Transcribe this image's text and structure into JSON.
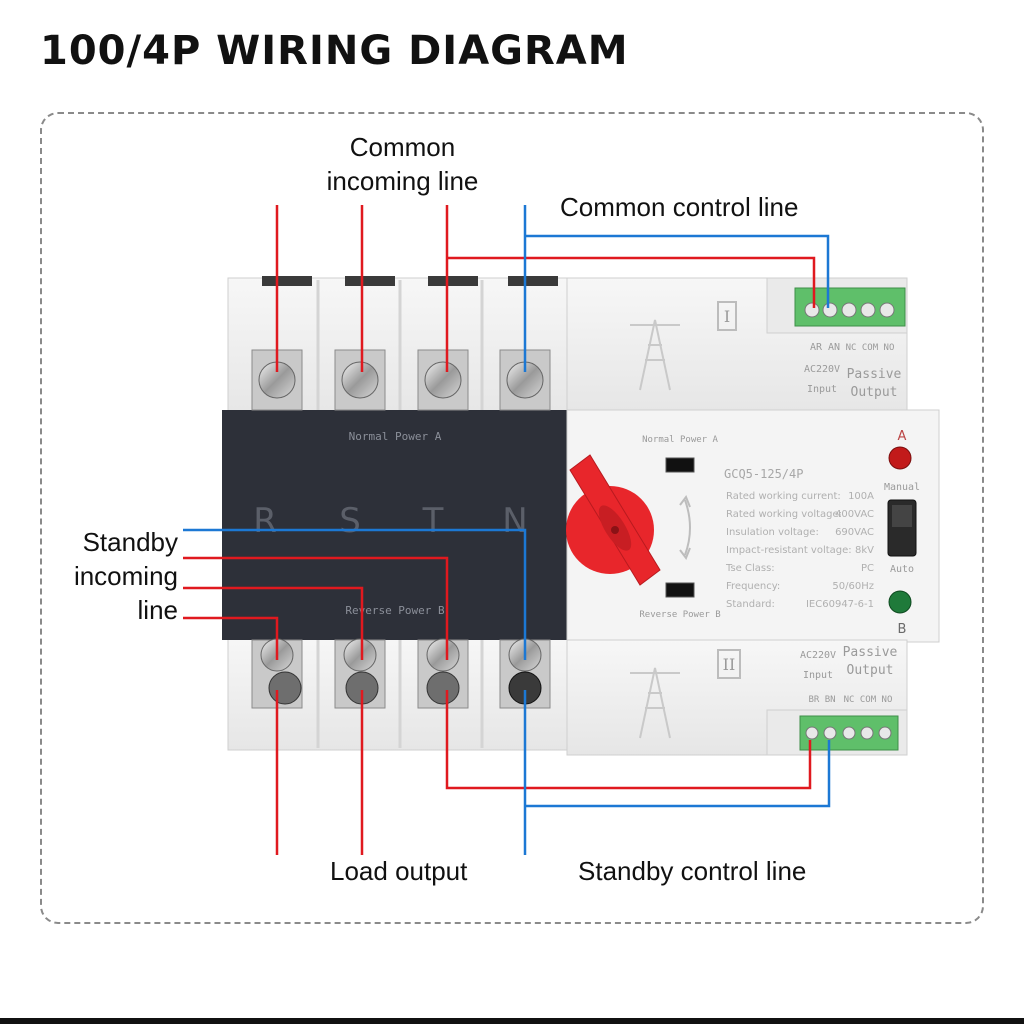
{
  "title": "100/4P WIRING DIAGRAM",
  "labels": {
    "common_incoming": "Common\nincoming line",
    "common_control": "Common control line",
    "standby_incoming": "Standby\nincoming\nline",
    "load_output": "Load output",
    "standby_control": "Standby control line"
  },
  "device": {
    "top_module_numeral": "I",
    "bottom_module_numeral": "II",
    "normal_power": "Normal Power A",
    "reverse_power": "Reverse Power B",
    "phases": [
      "R",
      "S",
      "T",
      "N"
    ],
    "switch_normal": "Normal Power A",
    "switch_reverse": "Reverse Power B",
    "model": "GCQ5-125/4P",
    "specs": [
      {
        "k": "Rated working current:",
        "v": "100A"
      },
      {
        "k": "Rated working voltage:",
        "v": "400VAC"
      },
      {
        "k": "Insulation voltage:",
        "v": "690VAC"
      },
      {
        "k": "Impact-resistant voltage:",
        "v": "8kV"
      },
      {
        "k": "Tse Class:",
        "v": "PC"
      },
      {
        "k": "Frequency:",
        "v": "50/60Hz"
      },
      {
        "k": "Standard:",
        "v": "IEC60947-6-1"
      }
    ],
    "indicator_a": "A",
    "indicator_b": "B",
    "mode_manual": "Manual",
    "mode_auto": "Auto",
    "top_terminals": "AR AN",
    "top_terminals_pass": "NC COM NO",
    "top_input": "AC220V\nInput",
    "top_passive": "Passive\nOutput",
    "bottom_terminals": "BR BN",
    "bottom_terminals_pass": "NC COM NO",
    "bottom_input": "AC220V\nInput",
    "bottom_passive": "Passive\nOutput"
  },
  "colors": {
    "red_wire": "#e0191f",
    "blue_wire": "#1c78d4",
    "terminal_green": "#5fbf6a",
    "handle_red": "#e8262b",
    "body_dark": "#2d3039"
  }
}
